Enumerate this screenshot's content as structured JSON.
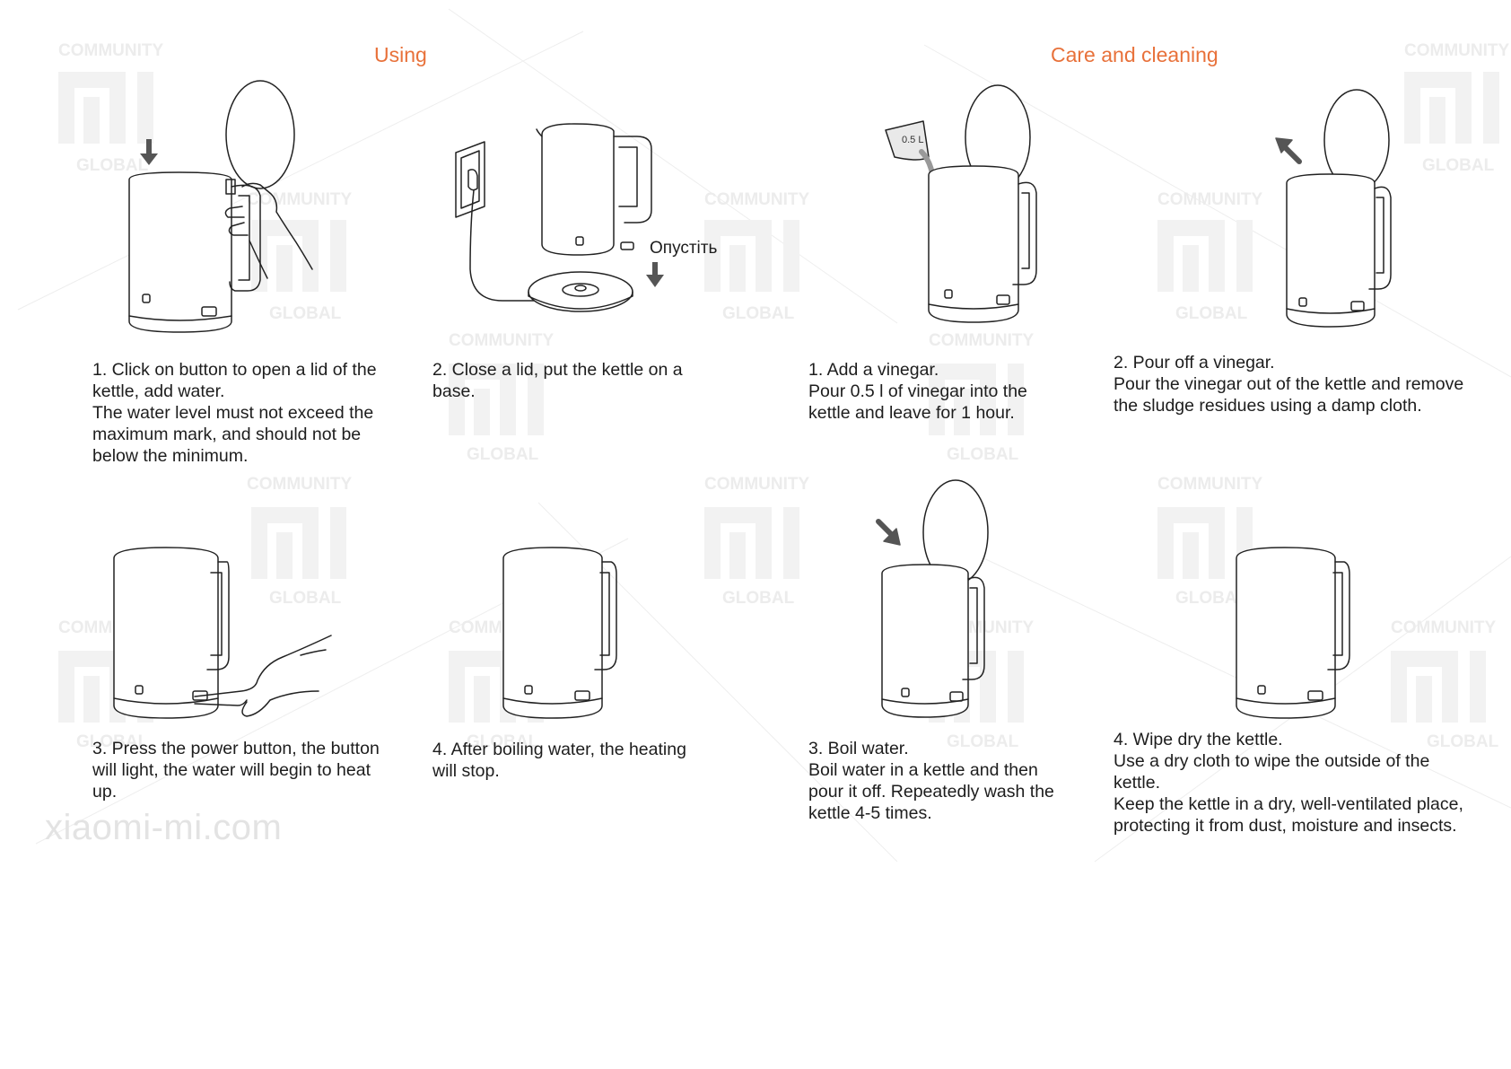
{
  "headings": {
    "using": "Using",
    "care": "Care and cleaning"
  },
  "labels": {
    "lower": "Опустіть",
    "cup_volume": "0.5 L"
  },
  "watermark": {
    "site": "xiaomi-mi.com",
    "community": "COMMUNITY",
    "global": "GLOBAL"
  },
  "using_steps": [
    {
      "lines": [
        "1. Click on button to open a lid of the",
        "kettle, add water.",
        "The water level must not exceed the",
        "maximum mark, and should not be",
        "below the minimum."
      ]
    },
    {
      "lines": [
        "2. Close a lid, put the kettle on a",
        "base."
      ]
    },
    {
      "lines": [
        "3. Press the power button, the button",
        "will light, the water will begin to heat",
        "up."
      ]
    },
    {
      "lines": [
        "4. After boiling water, the heating",
        "will stop."
      ]
    }
  ],
  "care_steps": [
    {
      "lines": [
        "1. Add a vinegar.",
        "Pour  0.5 l of vinegar into the",
        "kettle and leave for 1 hour."
      ]
    },
    {
      "lines": [
        "2. Pour off a vinegar.",
        "Pour the vinegar out of the kettle and remove",
        "the sludge residues using a damp cloth."
      ]
    },
    {
      "lines": [
        "3. Boil water.",
        "Boil water in a kettle and then",
        "pour it off. Repeatedly wash the",
        "kettle 4-5 times."
      ]
    },
    {
      "lines": [
        "4. Wipe dry the kettle.",
        "Use a dry cloth to wipe the outside of the",
        "kettle.",
        "Keep the kettle in a dry, well-ventilated place,",
        "protecting it from dust, moisture and insects."
      ]
    }
  ]
}
